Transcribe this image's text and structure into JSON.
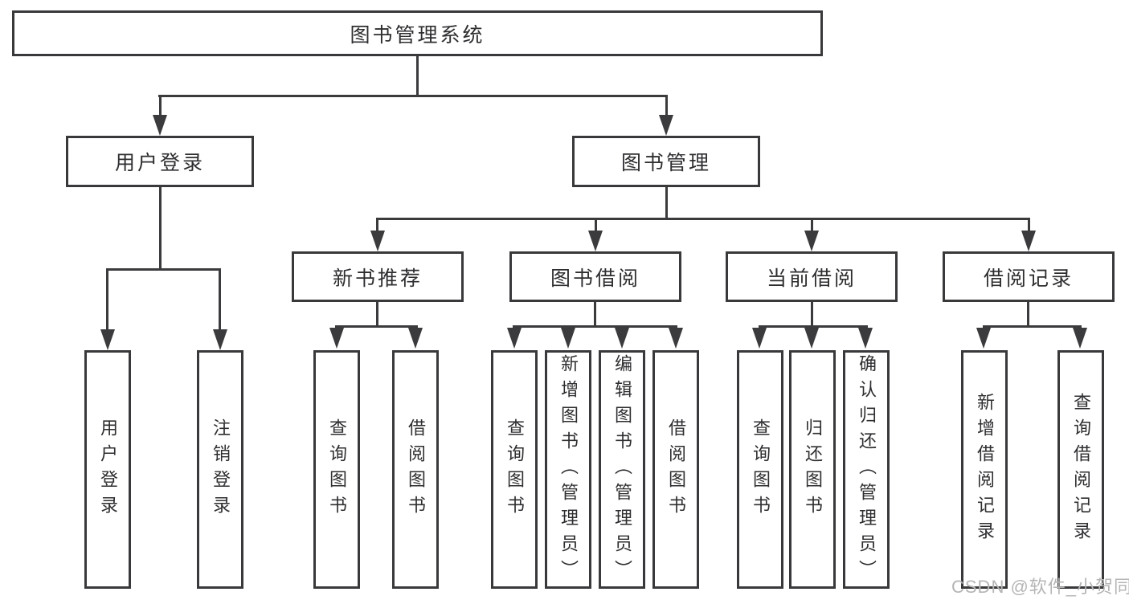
{
  "nodes": {
    "root": "图书管理系统"
  },
  "branches": [
    {
      "label": "用户登录",
      "leaves": [
        "用户登录",
        "注销登录"
      ]
    },
    {
      "label": "图书管理",
      "subbranches": [
        {
          "label": "新书推荐",
          "leaves": [
            "查询图书",
            "借阅图书"
          ]
        },
        {
          "label": "图书借阅",
          "leaves": [
            "查询图书",
            "新增图书（管理员）",
            "编辑图书（管理员）",
            "借阅图书"
          ]
        },
        {
          "label": "当前借阅",
          "leaves": [
            "查询图书",
            "归还图书",
            "确认归还（管理员）"
          ]
        },
        {
          "label": "借阅记录",
          "leaves": [
            "新增借阅记录",
            "查询借阅记录"
          ]
        }
      ]
    }
  ],
  "watermark": "CSDN @软件_小贺同学",
  "colors": {
    "line": "#3b3b3d",
    "border": "#39393b",
    "text": "#2e2e31",
    "watermark": "#b5b5b5",
    "background": "#ffffff"
  }
}
